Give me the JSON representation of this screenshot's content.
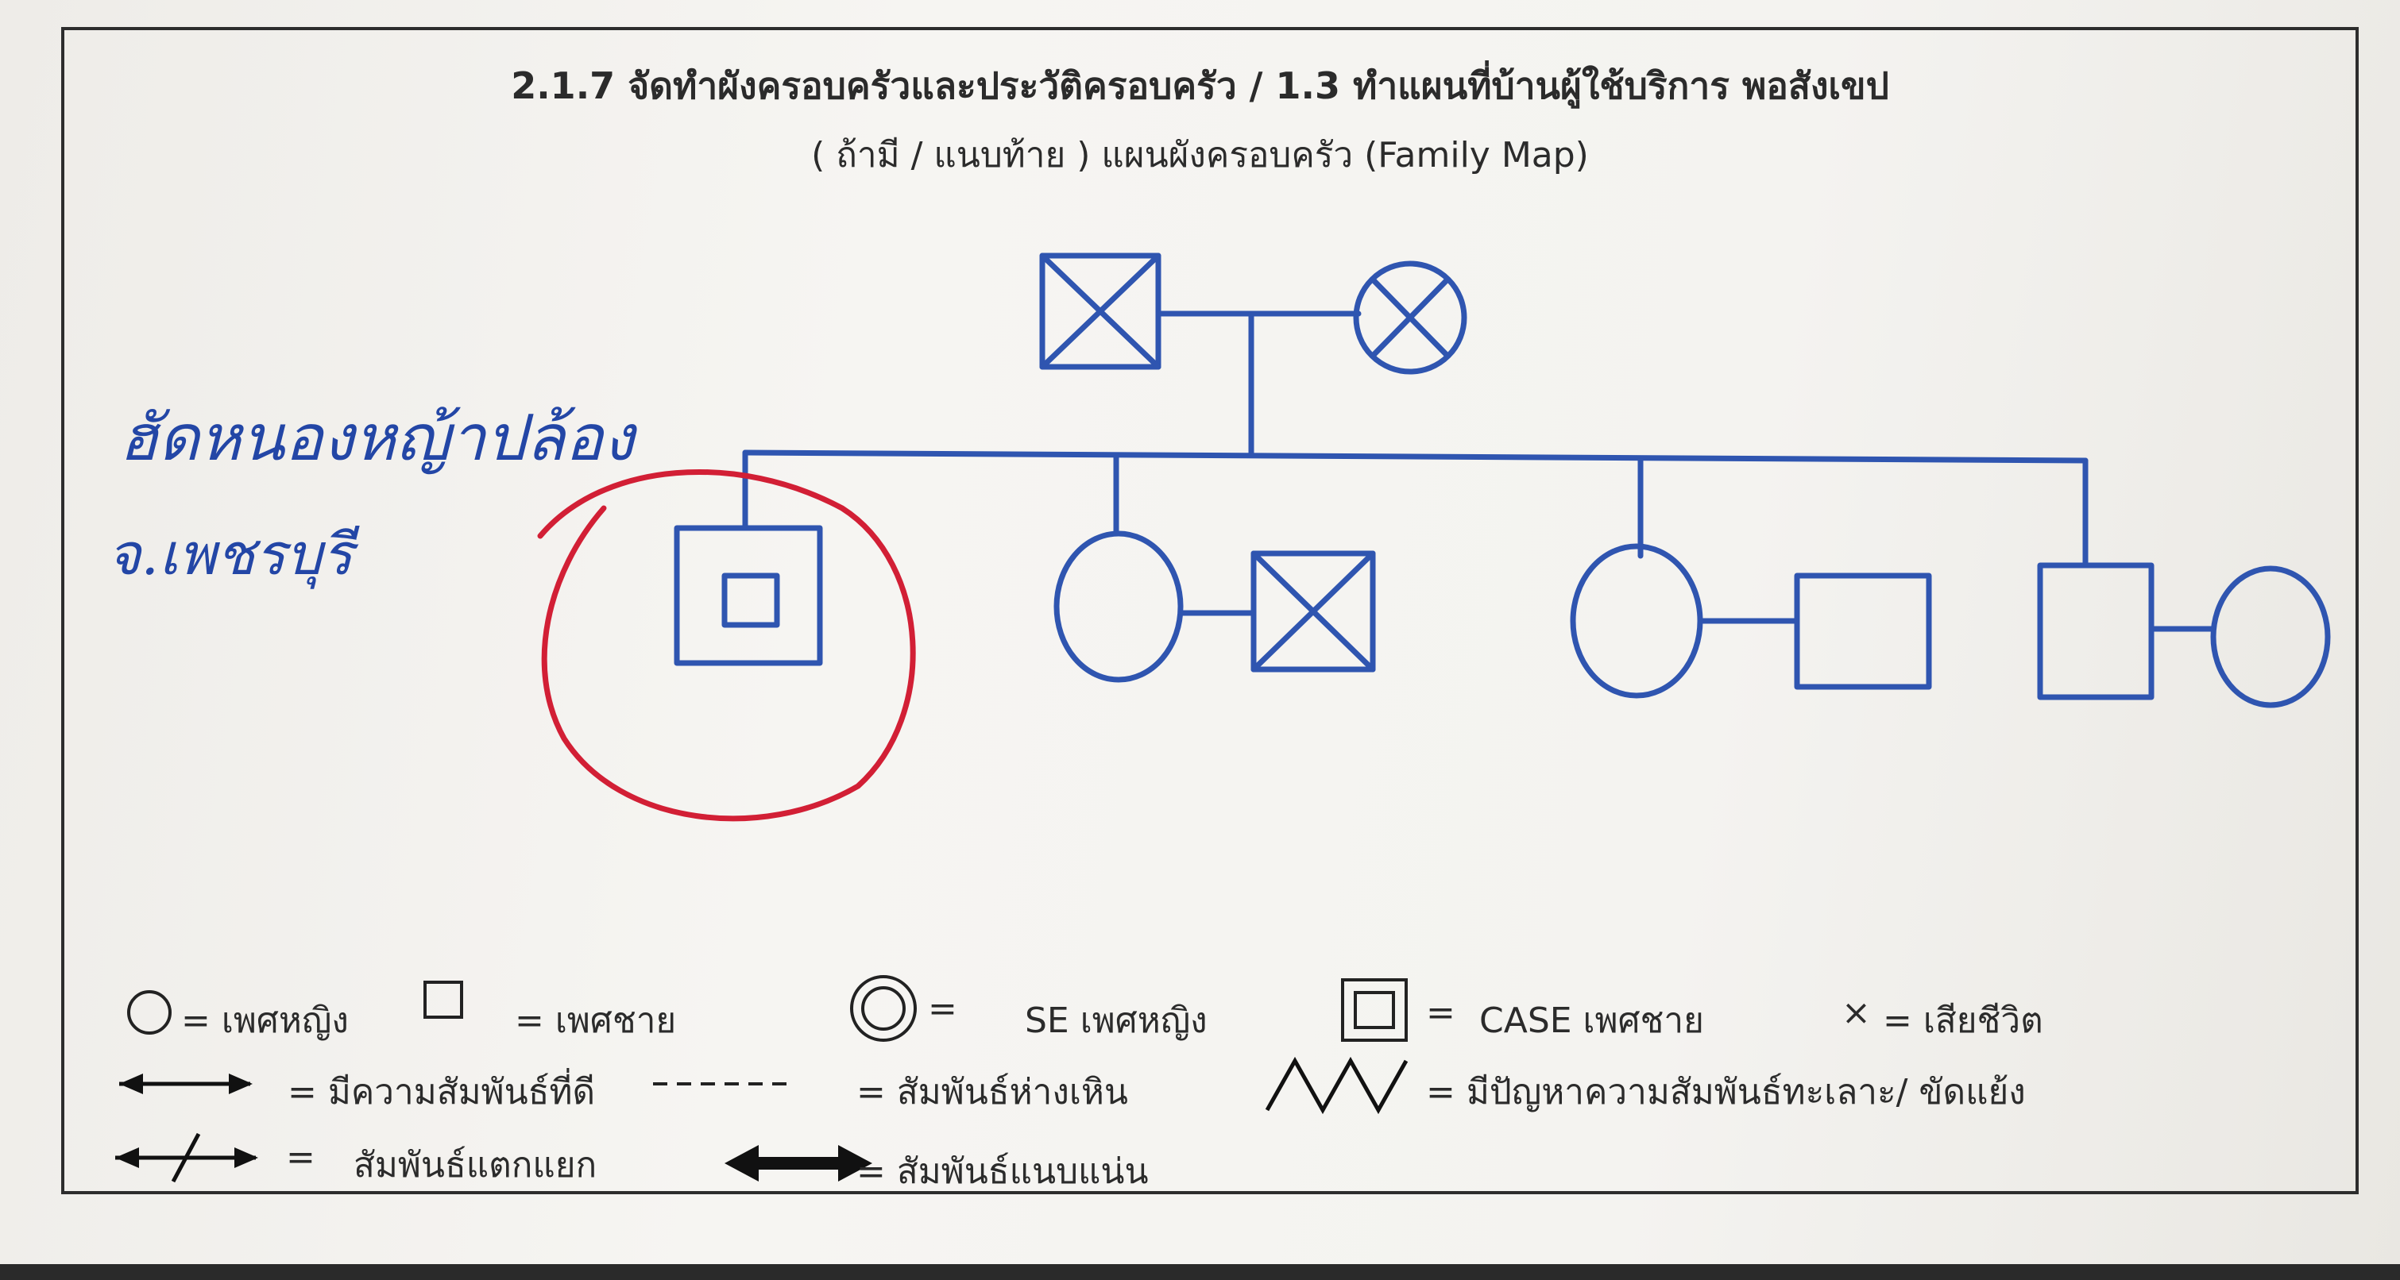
{
  "header": {
    "title": "2.1.7 จัดทำผังครอบครัวและประวัติครอบครัว / 1.3 ทำแผนที่บ้านผู้ใช้บริการ พอสังเขป",
    "subtitle": "( ถ้ามี / แนบท้าย ) แผนผังครอบครัว (Family Map)"
  },
  "handwritten": {
    "line_1": "ฮัดหนองหญ้าปล้อง",
    "line_2": "จ.เพชรบุรี"
  },
  "genogram": {
    "ink_color": "#2f55b0",
    "highlight_color": "#d21f35",
    "members": [
      {
        "role": "father",
        "sex": "male",
        "deceased": true
      },
      {
        "role": "mother",
        "sex": "female",
        "deceased": true
      },
      {
        "role": "child-1",
        "sex": "male",
        "case": true,
        "circled": true
      },
      {
        "role": "child-2",
        "sex": "female"
      },
      {
        "role": "child-2-spouse",
        "sex": "male",
        "deceased": true
      },
      {
        "role": "child-3",
        "sex": "female"
      },
      {
        "role": "child-3-spouse",
        "sex": "male"
      },
      {
        "role": "child-4",
        "sex": "male"
      },
      {
        "role": "child-4-spouse",
        "sex": "female"
      }
    ]
  },
  "legend": {
    "female": "= เพศหญิง",
    "male": "= เพศชาย",
    "se_female_eq": "=",
    "se_female": "SE เพศหญิง",
    "case_male_eq": "=",
    "case_male": "CASE เพศชาย",
    "deceased_mark": "×",
    "deceased": "= เสียชีวิต",
    "good_relation": "= มีความสัมพันธ์ที่ดี",
    "distant_relation": "= สัมพันธ์ห่างเหิน",
    "conflict_relation": "= มีปัญหาความสัมพันธ์ทะเลาะ/ ขัดแย้ง",
    "broken_eq": "=",
    "broken_relation": "สัมพันธ์แตกแยก",
    "close_relation": "= สัมพันธ์แนบแน่น"
  }
}
